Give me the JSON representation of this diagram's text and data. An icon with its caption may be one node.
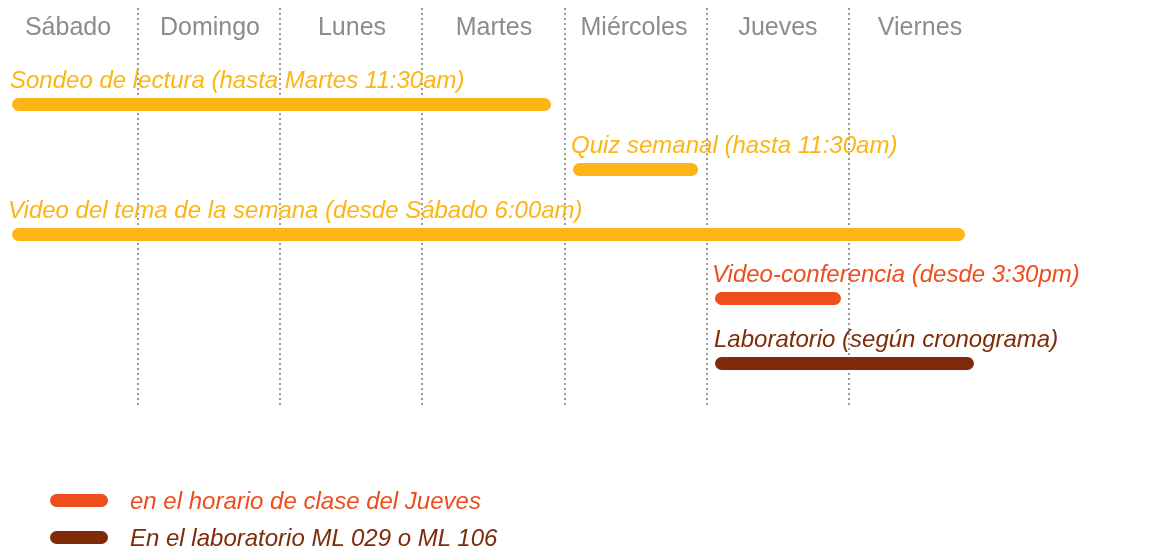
{
  "diagram": {
    "nodes": [
      {
        "text": [
          "Sondeo de lectura (hasta Martes 11:30am)"
        ]
      },
      {
        "text": [
          "Quiz semanal (hasta 11:30am)"
        ]
      },
      {
        "text": [
          "Video del tema de la semana (desde Sábado 6:00am)"
        ]
      },
      {
        "text": [
          "Video-conferencia (desde 3:30pm)"
        ]
      },
      {
        "text": [
          "Laboratorio (según cronograma)"
        ]
      }
    ],
    "labels": [
      "Sábado",
      "Domingo",
      "Lunes",
      "Martes",
      "Miércoles",
      "Jueves",
      "Viernes"
    ],
    "legend": [
      {
        "text": "en el horario de clase del Jueves",
        "color": "#ee4d1c"
      },
      {
        "text": "En el laboratorio ML 029 o ML 106",
        "color": "#7f2b0a"
      }
    ]
  }
}
